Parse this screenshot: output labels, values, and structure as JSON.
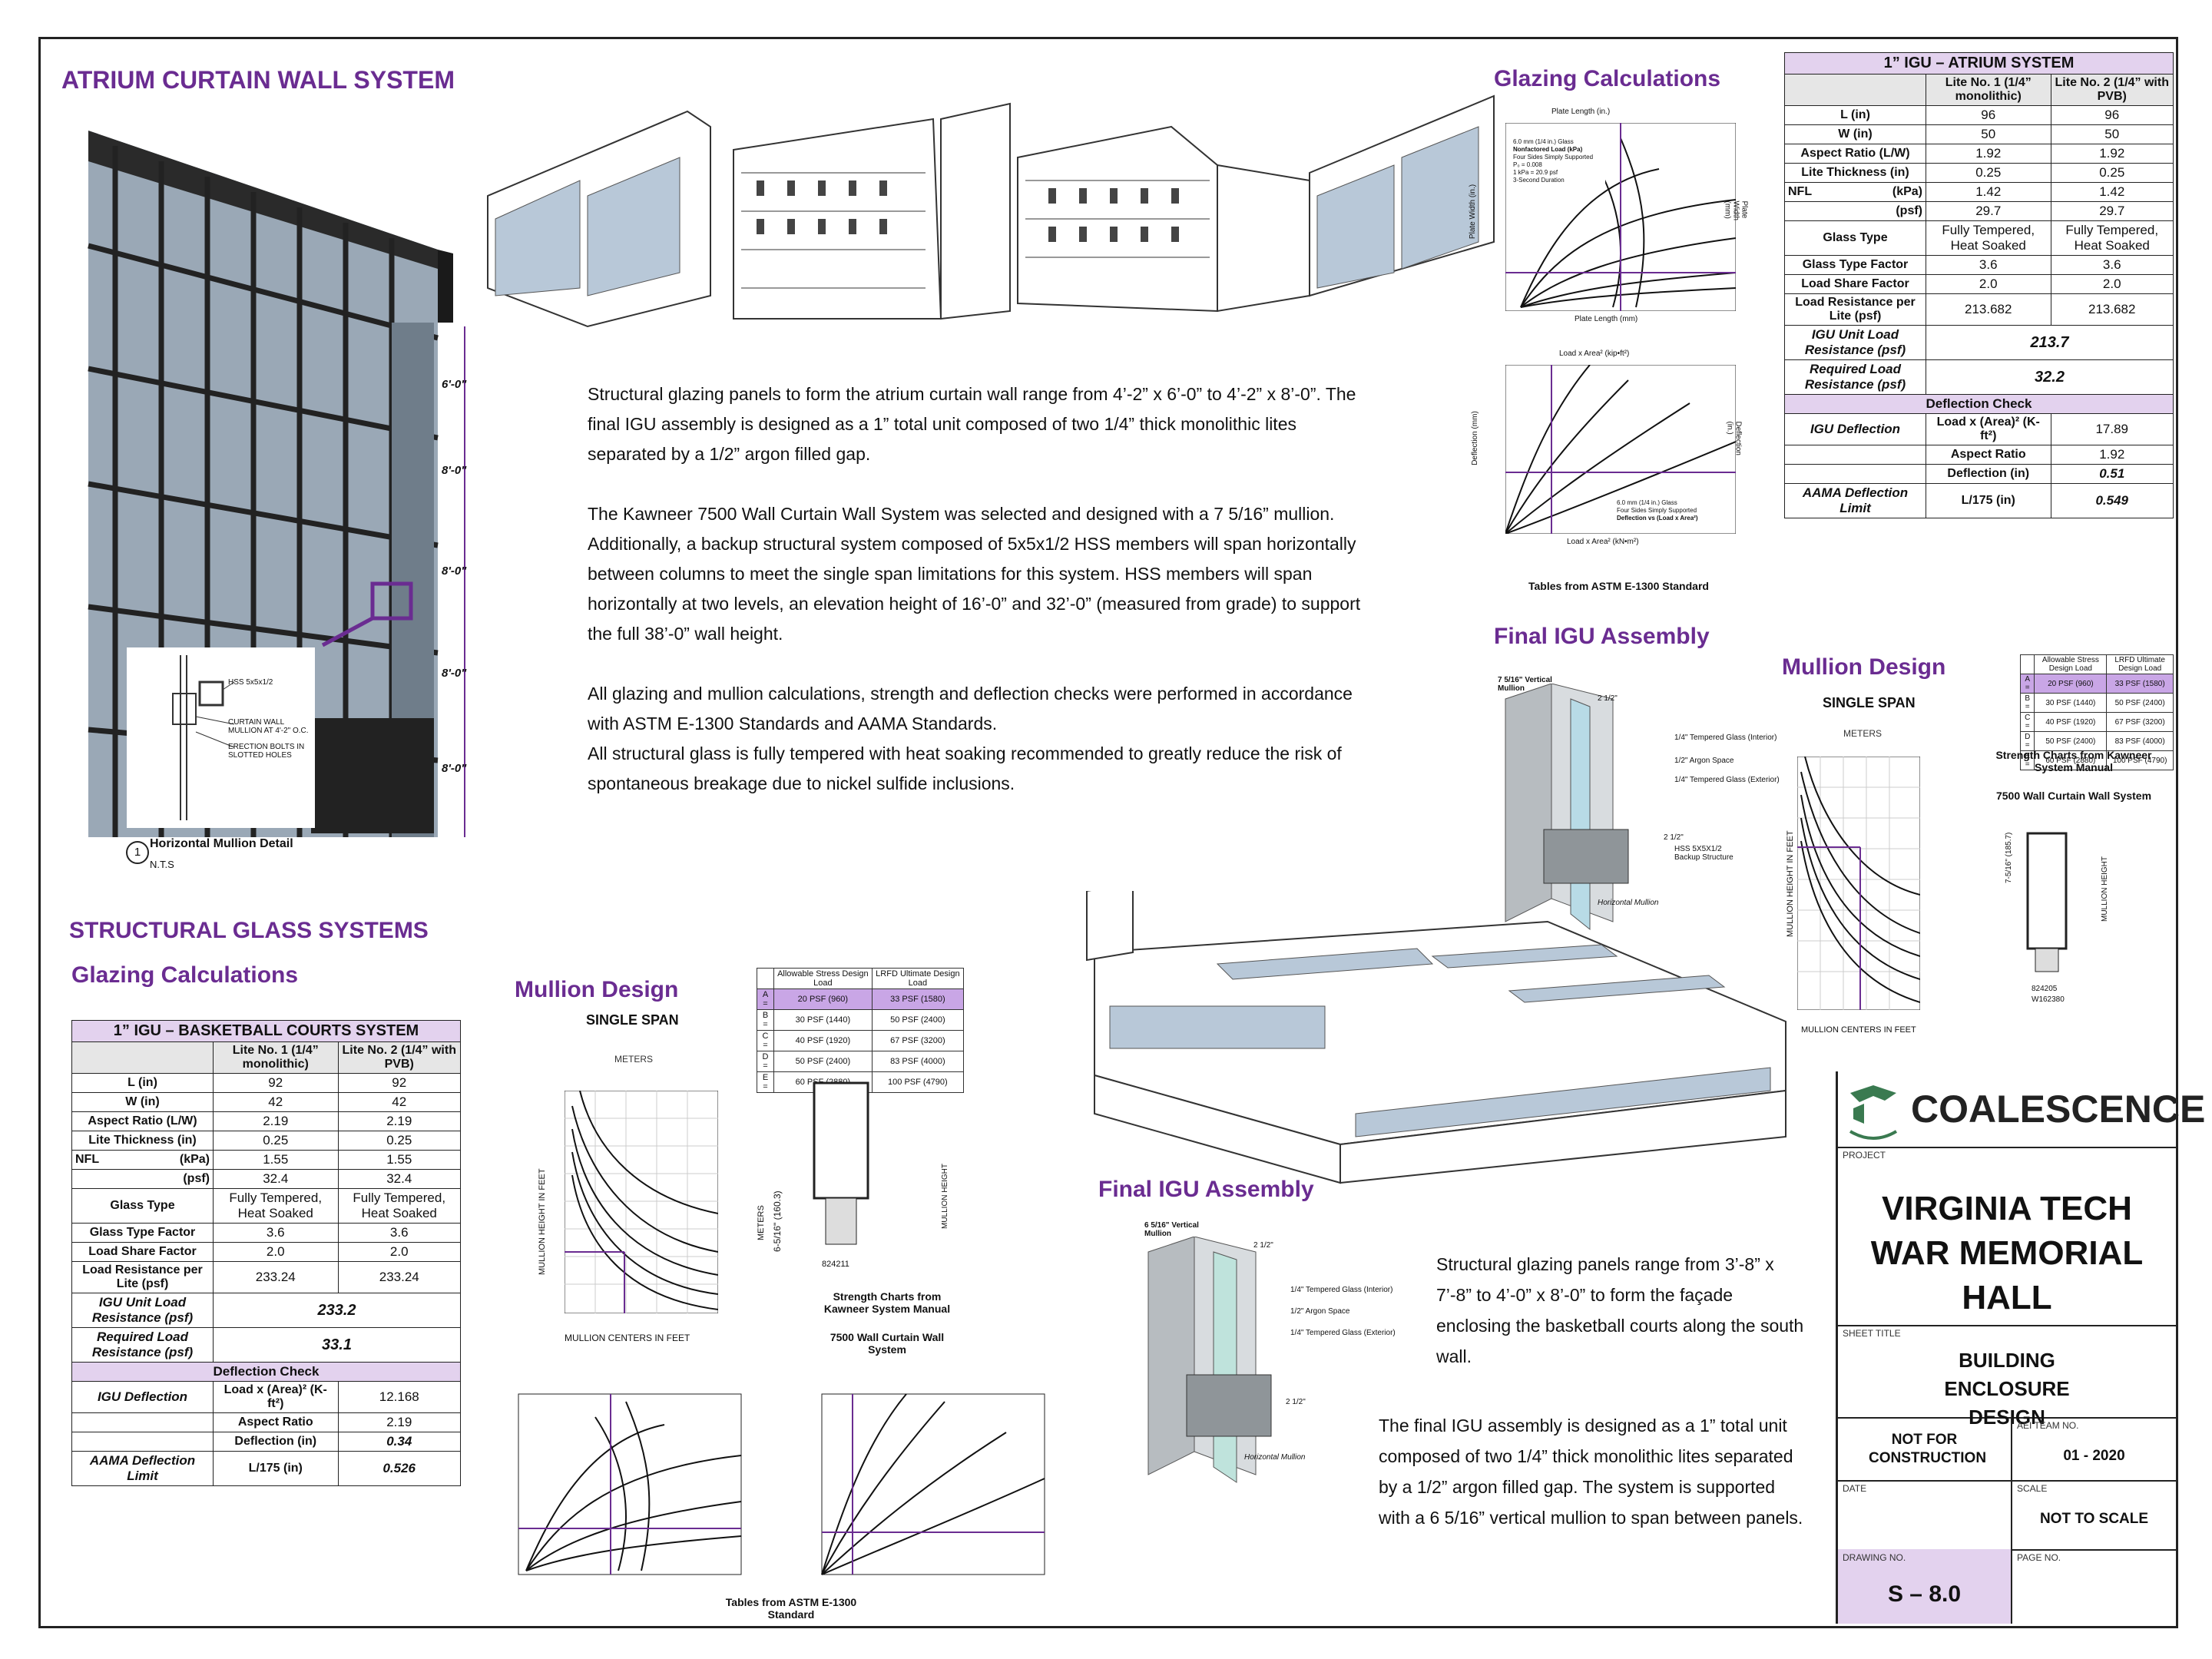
{
  "atrium": {
    "title": "ATRIUM CURTAIN WALL SYSTEM",
    "dims": [
      "6'-0\"",
      "8'-0\"",
      "8'-0\"",
      "8'-0\"",
      "8'-0\""
    ],
    "detail_labels": [
      "HSS 5x5x1/2",
      "CURTAIN WALL MULLION AT 4'-2\" O.C.",
      "ERECTION BOLTS IN SLOTTED HOLES"
    ],
    "detail_num": "1",
    "detail_title": "Horizontal Mullion Detail",
    "detail_scale": "N.T.S"
  },
  "intro": {
    "p1": "Structural glazing panels to form the atrium curtain wall range from  4’-2” x 6’-0”  to  4’-2” x 8’-0”. The final IGU assembly is designed as a 1” total unit composed of two 1/4” thick monolithic lites separated by a 1/2” argon filled gap.",
    "p2": "The Kawneer 7500 Wall Curtain Wall System was selected and designed with a 7 5/16” mullion. Additionally, a backup structural system composed of 5x5x1/2 HSS members will span horizontally between columns to meet the single span limitations for this system. HSS members will span horizontally at two levels, an elevation height of 16’-0” and 32’-0” (measured from grade) to support the full 38’-0” wall height.",
    "p3": "All glazing and mullion calculations, strength and deflection checks were performed in accordance with ASTM E-1300 Standards and AAMA Standards.",
    "p4": "All structural glass is fully tempered with heat soaking recommended to greatly reduce the risk of spontaneous breakage due to nickel sulfide inclusions."
  },
  "glazing_top": {
    "title": "Glazing Calculations",
    "caption": "Tables from ASTM E-1300 Standard",
    "chart1": {
      "top_label": "Plate Length (in.)",
      "bottom_label": "Plate Length (mm)",
      "left_label": "Plate Width (in.)",
      "right_label": "Plate Width (mm)",
      "legend": [
        "6.0 mm (1/4 in.) Glass",
        "Nonfactored Load (kPa)",
        "Four Sides Simply Supported",
        "P₀ = 0.008",
        "1 kPa = 20.9 psf",
        "3-Second Duration"
      ]
    },
    "chart2": {
      "top_label": "Load x Area² (kip•ft²)",
      "bottom_label": "Load x Area² (kN•m²)",
      "left_label": "Deflection (mm)",
      "right_label": "Deflection (in.)",
      "legend": [
        "6.0 mm (1/4 in.) Glass",
        "Four Sides Simply Supported",
        "Deflection vs (Load x Area²)"
      ]
    }
  },
  "atrium_table": {
    "title": "1” IGU – ATRIUM SYSTEM",
    "col1": "Lite No. 1 (1/4” monolithic)",
    "col2": "Lite No. 2 (1/4” with PVB)",
    "rows": [
      {
        "label": "L (in)",
        "v1": "96",
        "v2": "96"
      },
      {
        "label": "W (in)",
        "v1": "50",
        "v2": "50"
      },
      {
        "label": "Aspect Ratio (L/W)",
        "v1": "1.92",
        "v2": "1.92"
      },
      {
        "label": "Lite Thickness (in)",
        "v1": "0.25",
        "v2": "0.25"
      }
    ],
    "nfl_label": "NFL",
    "nfl_kpa_label": "(kPa)",
    "nfl_kpa_1": "1.42",
    "nfl_kpa_2": "1.42",
    "nfl_psf_label": "(psf)",
    "nfl_psf_1": "29.7",
    "nfl_psf_2": "29.7",
    "glass_type_label": "Glass Type",
    "glass_type_1": "Fully Tempered, Heat Soaked",
    "glass_type_2": "Fully Tempered, Heat Soaked",
    "gtf_label": "Glass Type Factor",
    "gtf_1": "3.6",
    "gtf_2": "3.6",
    "lsf_label": "Load Share Factor",
    "lsf_1": "2.0",
    "lsf_2": "2.0",
    "lr_label": "Load Resistance per Lite (psf)",
    "lr_1": "213.682",
    "lr_2": "213.682",
    "unit_label": "IGU Unit Load Resistance (psf)",
    "unit_val": "213.7",
    "req_label": "Required Load Resistance (psf)",
    "req_val": "32.2",
    "defl_header": "Deflection Check",
    "igu_defl_label": "IGU Deflection",
    "la_label": "Load x (Area)² (K-ft²)",
    "la_val": "17.89",
    "ar_label": "Aspect Ratio",
    "ar_val": "1.92",
    "d_label": "Deflection (in)",
    "d_val": "0.51",
    "aama_label": "AAMA Deflection Limit",
    "aama_expr": "L/175 (in)",
    "aama_val": "0.549"
  },
  "final_igu_top": {
    "title": "Final IGU Assembly",
    "labels": [
      "7 5/16\" Vertical Mullion",
      "2 1/2\"",
      "1/4\" Tempered Glass (Interior)",
      "1/2\" Argon Space",
      "1/4\" Tempered Glass (Exterior)",
      "2 1/2\"",
      "HSS 5X5X1/2 Backup Structure",
      "Horizontal Mullion"
    ]
  },
  "mullion_right": {
    "title": "Mullion Design",
    "subtitle": "SINGLE SPAN",
    "meters": "METERS",
    "ylabel": "MULLION HEIGHT IN FEET",
    "xlabel": "MULLION CENTERS IN FEET",
    "caption1": "Strength Charts from Kawneer System Manual",
    "caption2": "7500 Wall Curtain Wall System",
    "part_no": "824205",
    "part_no2": "W162380",
    "section_dim": "7-5/16\" (185.7)",
    "section_label": "MULLION HEIGHT"
  },
  "load_table": {
    "h1": "Allowable Stress Design Load",
    "h2": "LRFD Ultimate Design Load",
    "rows": [
      {
        "k": "A =",
        "a": "20 PSF (960)",
        "b": "33 PSF (1580)"
      },
      {
        "k": "B =",
        "a": "30 PSF (1440)",
        "b": "50 PSF (2400)"
      },
      {
        "k": "C =",
        "a": "40 PSF (1920)",
        "b": "67 PSF (3200)"
      },
      {
        "k": "D =",
        "a": "50 PSF (2400)",
        "b": "83 PSF (4000)"
      },
      {
        "k": "E =",
        "a": "60 PSF (2880)",
        "b": "100 PSF (4790)"
      }
    ]
  },
  "structural": {
    "title": "STRUCTURAL GLASS SYSTEMS",
    "subtitle": "Glazing Calculations"
  },
  "bb_table": {
    "title": "1” IGU – BASKETBALL COURTS SYSTEM",
    "col1": "Lite No. 1 (1/4” monolithic)",
    "col2": "Lite No. 2 (1/4” with PVB)",
    "rows": [
      {
        "label": "L (in)",
        "v1": "92",
        "v2": "92"
      },
      {
        "label": "W (in)",
        "v1": "42",
        "v2": "42"
      },
      {
        "label": "Aspect Ratio (L/W)",
        "v1": "2.19",
        "v2": "2.19"
      },
      {
        "label": "Lite Thickness (in)",
        "v1": "0.25",
        "v2": "0.25"
      }
    ],
    "nfl_label": "NFL",
    "nfl_kpa_label": "(kPa)",
    "nfl_kpa_1": "1.55",
    "nfl_kpa_2": "1.55",
    "nfl_psf_label": "(psf)",
    "nfl_psf_1": "32.4",
    "nfl_psf_2": "32.4",
    "glass_type_label": "Glass Type",
    "glass_type_1": "Fully Tempered, Heat Soaked",
    "glass_type_2": "Fully Tempered, Heat Soaked",
    "gtf_label": "Glass Type Factor",
    "gtf_1": "3.6",
    "gtf_2": "3.6",
    "lsf_label": "Load Share Factor",
    "lsf_1": "2.0",
    "lsf_2": "2.0",
    "lr_label": "Load Resistance per Lite (psf)",
    "lr_1": "233.24",
    "lr_2": "233.24",
    "unit_label": "IGU Unit Load Resistance (psf)",
    "unit_val": "233.2",
    "req_label": "Required Load Resistance (psf)",
    "req_val": "33.1",
    "defl_header": "Deflection Check",
    "igu_defl_label": "IGU Deflection",
    "la_label": "Load x (Area)² (K-ft²)",
    "la_val": "12.168",
    "ar_label": "Aspect Ratio",
    "ar_val": "2.19",
    "d_label": "Deflection (in)",
    "d_val": "0.34",
    "aama_label": "AAMA Deflection Limit",
    "aama_expr": "L/175 (in)",
    "aama_val": "0.526"
  },
  "mullion_left": {
    "title": "Mullion Design",
    "subtitle": "SINGLE SPAN",
    "meters": "METERS",
    "ylabel": "MULLION HEIGHT IN FEET",
    "xlabel": "MULLION CENTERS IN FEET",
    "caption1": "Strength Charts from Kawneer System Manual",
    "caption2": "7500 Wall Curtain Wall System",
    "part_no": "824211",
    "section_dim": "6-5/16\" (160.3)",
    "section_label": "MULLION HEIGHT",
    "meters_label": "METERS"
  },
  "glazing_bottom": {
    "caption": "Tables from ASTM E-1300 Standard"
  },
  "final_igu_bottom": {
    "title": "Final IGU Assembly",
    "labels": [
      "6 5/16\" Vertical Mullion",
      "2 1/2\"",
      "1/4\" Tempered Glass (Interior)",
      "1/2\" Argon Space",
      "1/4\" Tempered Glass (Exterior)",
      "2 1/2\"",
      "Horizontal Mullion"
    ],
    "p1": "Structural glazing panels range from  3’-8” x 7’-8”  to  4’-0” x 8’-0”  to form the façade enclosing the basketball courts along the south wall.",
    "p2": "The final IGU assembly is designed as a 1” total unit composed of two 1/4” thick monolithic lites separated by a 1/2” argon filled gap. The system is supported with a  6 5/16”  vertical mullion to span between panels."
  },
  "title_block": {
    "company": "COALESCENCE",
    "project_label": "PROJECT",
    "project": "VIRGINIA TECH WAR MEMORIAL HALL",
    "sheet_title_label": "SHEET TITLE",
    "sheet_title": "BUILDING ENCLOSURE DESIGN",
    "nfc": "NOT FOR CONSTRUCTION",
    "team_label": "AEI TEAM NO.",
    "team": "01 - 2020",
    "date_label": "DATE",
    "scale_label": "SCALE",
    "scale": "NOT TO SCALE",
    "drawing_label": "DRAWING NO.",
    "drawing": "S – 8.0",
    "page_label": "PAGE NO."
  },
  "colors": {
    "accent": "#6a2c91",
    "table_header": "#e3d2ee",
    "glass": "#b8c8d8",
    "logo_green": "#3a7a50"
  }
}
